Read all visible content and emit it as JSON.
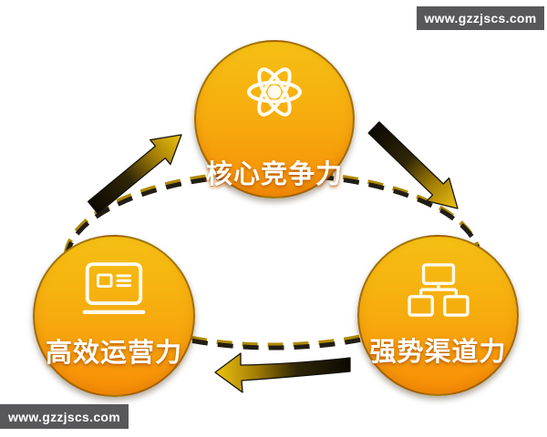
{
  "watermarks": {
    "top_right": "www.gzzjscs.com",
    "bottom_left": "www.gzzjscs.com"
  },
  "diagram": {
    "type": "cycle",
    "direction": "clockwise",
    "nodes": [
      {
        "label": "核心竞争力",
        "icon": "atom-icon",
        "position": "top"
      },
      {
        "label": "高效运营力",
        "icon": "laptop-icon",
        "position": "bottom-left"
      },
      {
        "label": "强势渠道力",
        "icon": "org-chart-icon",
        "position": "bottom-right"
      }
    ],
    "edges": [
      {
        "from": "核心竞争力",
        "to": "强势渠道力"
      },
      {
        "from": "强势渠道力",
        "to": "高效运营力"
      },
      {
        "from": "高效运营力",
        "to": "核心竞争力"
      }
    ],
    "colors": {
      "node_gradient_top": "#f5c013",
      "node_gradient_bottom": "#f88d06",
      "node_border": "#5d3a02",
      "icon_stroke": "#fffbee",
      "label_text": "#ffffff",
      "arrow_gold": "#eec311",
      "arrow_dark": "#0c0903",
      "ring_dark": "#221e16",
      "ring_gold": "#b08900",
      "watermark_bg": "#58585b",
      "watermark_text": "#ffffff",
      "background": "#ffffff"
    }
  }
}
